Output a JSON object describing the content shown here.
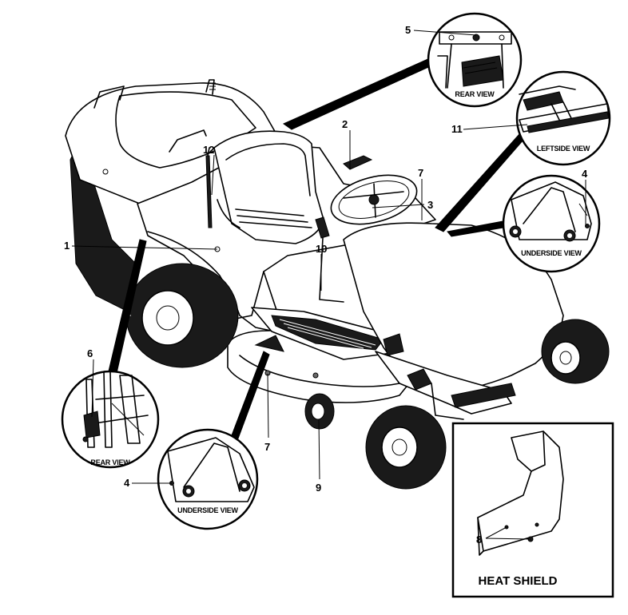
{
  "callouts": {
    "c1": "1",
    "c2": "2",
    "c3": "3",
    "c4a": "4",
    "c4b": "4",
    "c5": "5",
    "c6": "6",
    "c7a": "7",
    "c7b": "7",
    "c8": "8",
    "c9": "9",
    "c10": "10",
    "c11": "11",
    "c12": "12"
  },
  "views": {
    "rear_top": "REAR VIEW",
    "leftside": "LEFTSIDE VIEW",
    "underside_right": "UNDERSIDE VIEW",
    "rear_left": "REAR VIEW",
    "underside_bottom": "UNDERSIDE VIEW"
  },
  "inset": {
    "title": "HEAT SHIELD"
  }
}
